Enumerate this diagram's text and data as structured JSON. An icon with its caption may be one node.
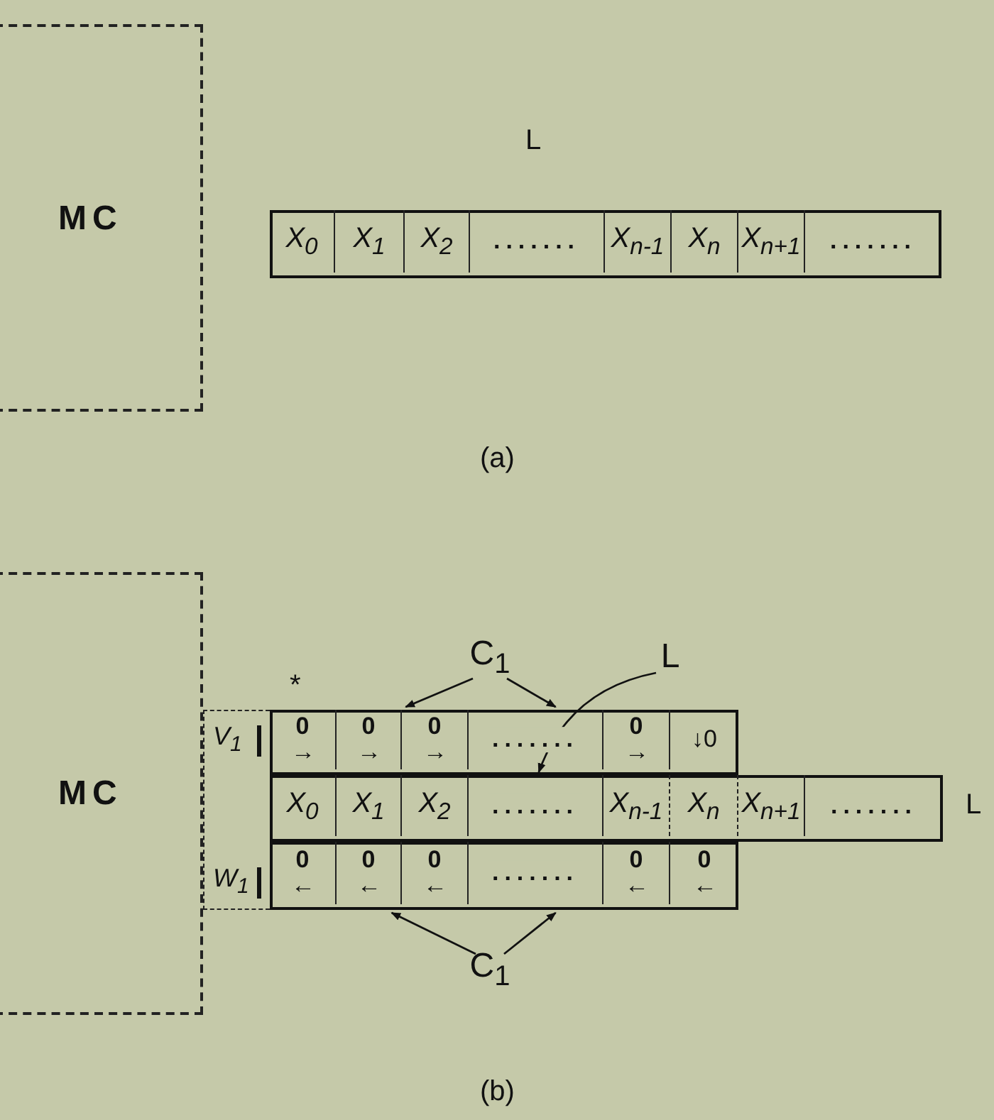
{
  "diagram": {
    "nodes": [
      {
        "text": [
          "MC"
        ]
      },
      {
        "text": [],
        "shape": "box"
      },
      {
        "text": [
          "X$_{0}$"
        ],
        "in": 1
      },
      {
        "text": [
          "X$_{1}$"
        ],
        "in": 1
      },
      {
        "text": [
          "X$_{2}$"
        ],
        "in": 1
      },
      {
        "text": [
          "......."
        ],
        "in": 1
      },
      {
        "text": [
          "X$_{n-1}$"
        ],
        "in": 1
      },
      {
        "text": [
          "X$_{n}$"
        ],
        "in": 1
      },
      {
        "text": [
          "X$_{n+1}$"
        ],
        "in": 1
      },
      {
        "text": [
          "......."
        ],
        "in": 1
      },
      {
        "text": [
          "MC"
        ]
      },
      {
        "text": [
          "V$_{1}$",
          "W$_{1}$"
        ]
      },
      {
        "text": [],
        "shape": "box"
      },
      {
        "text": [
          "0 →"
        ],
        "in": 12
      },
      {
        "text": [
          "0 →"
        ],
        "in": 12
      },
      {
        "text": [
          "0 →"
        ],
        "in": 12
      },
      {
        "text": [
          "......."
        ],
        "in": 12
      },
      {
        "text": [
          "0 →"
        ],
        "in": 12
      },
      {
        "text": [
          "↓0"
        ],
        "in": 12
      },
      {
        "text": [],
        "shape": "box"
      },
      {
        "text": [
          "X$_{0}$"
        ],
        "in": 19
      },
      {
        "text": [
          "X$_{1}$"
        ],
        "in": 19
      },
      {
        "text": [
          "X$_{2}$"
        ],
        "in": 19
      },
      {
        "text": [
          "......."
        ],
        "in": 19
      },
      {
        "text": [
          "X$_{n-1}$"
        ],
        "in": 19
      },
      {
        "text": [
          "X$_{n}$"
        ],
        "in": 19
      },
      {
        "text": [
          "X$_{n+1}$"
        ],
        "in": 19
      },
      {
        "text": [
          "......."
        ],
        "in": 19
      },
      {
        "text": [],
        "shape": "box"
      },
      {
        "text": [
          "0 ←"
        ],
        "in": 28
      },
      {
        "text": [
          "0 ←"
        ],
        "in": 28
      },
      {
        "text": [
          "0 ←"
        ],
        "in": 28
      },
      {
        "text": [
          "......."
        ],
        "in": 28
      },
      {
        "text": [
          "0 ←"
        ],
        "in": 28
      },
      {
        "text": [
          "0 ←"
        ],
        "in": 28
      },
      {
        "text": [
          "C$_{1}$"
        ]
      },
      {
        "text": [
          "L"
        ]
      },
      {
        "text": [
          "C$_{1}$"
        ]
      }
    ],
    "edges": [
      {
        "from": 35,
        "to": 12,
        "arrow": "to"
      },
      {
        "from": 35,
        "to": 12,
        "arrow": "to"
      },
      {
        "from": 36,
        "to": 23,
        "arrow": "to"
      },
      {
        "from": 37,
        "to": 28,
        "arrow": "to"
      },
      {
        "from": 37,
        "to": 28,
        "arrow": "to"
      }
    ],
    "labels": [
      "L",
      "(a)",
      "*",
      "L",
      "(b)"
    ]
  }
}
